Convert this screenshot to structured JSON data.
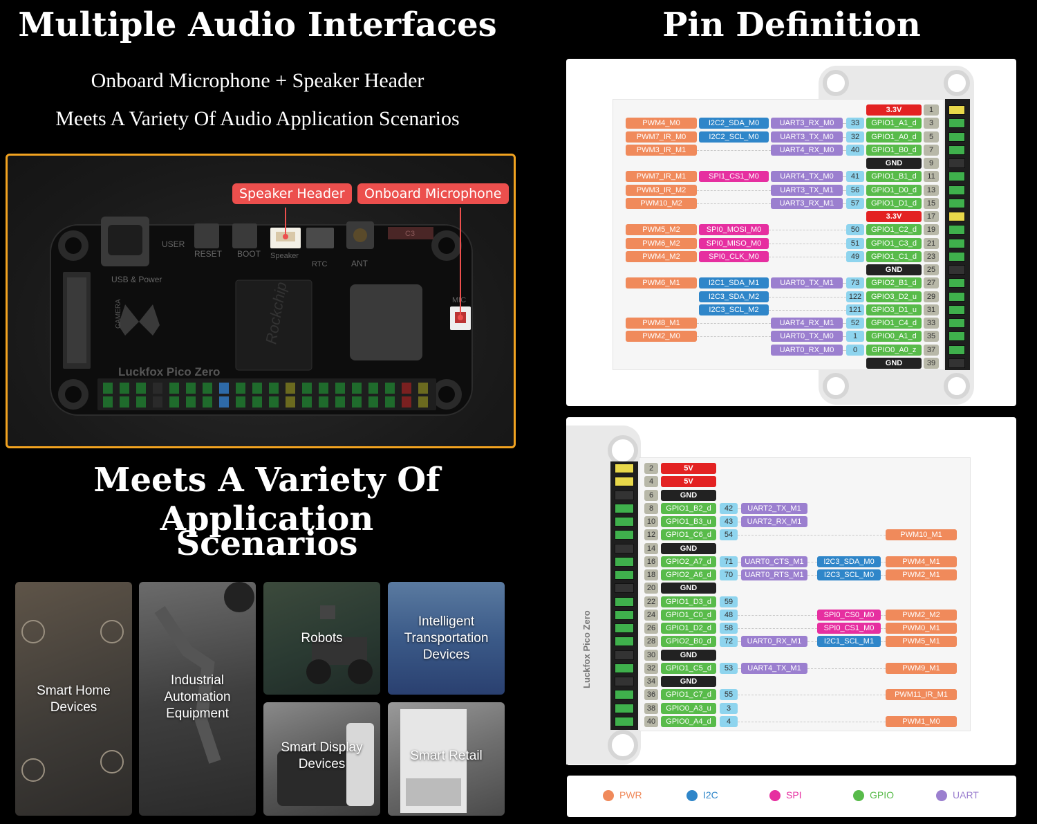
{
  "left": {
    "title": "Multiple Audio Interfaces",
    "subtitle_1": "Onboard Microphone + Speaker Header",
    "subtitle_2": "Meets A Variety Of Audio Application Scenarios",
    "callout_speaker": "Speaker Header",
    "callout_mic": "Onboard Microphone",
    "board": {
      "name": "Luckfox Pico Zero",
      "usb_label": "USB & Power",
      "user": "USER",
      "reset": "RESET",
      "boot": "BOOT",
      "speaker": "Speaker",
      "rtc": "RTC",
      "ant": "ANT",
      "camera": "CAMERA",
      "mic": "MIC",
      "chip": "Rockchip",
      "c3": "C3"
    },
    "scenario_title_1": "Meets A Variety Of Application",
    "scenario_title_2": "Scenarios",
    "tiles": [
      {
        "label1": "Smart Home",
        "label2": "Devices"
      },
      {
        "label1": "Industrial",
        "label2": "Automation",
        "label3": "Equipment"
      },
      {
        "label1": "Robots"
      },
      {
        "label1": "Intelligent",
        "label2": "Transportation",
        "label3": "Devices"
      },
      {
        "label1": "Smart Display",
        "label2": "Devices"
      },
      {
        "label1": "Smart Retail"
      }
    ]
  },
  "right": {
    "title": "Pin Definition",
    "odd_rows": [
      {
        "pin": "1",
        "gpio": "3.3V",
        "type": "pwr",
        "num": "",
        "uart": "",
        "mid": "",
        "pwm": ""
      },
      {
        "pin": "3",
        "gpio": "GPIO1_A1_d",
        "type": "gpio",
        "num": "33",
        "uart": "UART3_RX_M0",
        "mid": "I2C2_SDA_M0",
        "midc": "i2c",
        "pwm": "PWM4_M0"
      },
      {
        "pin": "5",
        "gpio": "GPIO1_A0_d",
        "type": "gpio",
        "num": "32",
        "uart": "UART3_TX_M0",
        "mid": "I2C2_SCL_M0",
        "midc": "i2c",
        "pwm": "PWM7_IR_M0"
      },
      {
        "pin": "7",
        "gpio": "GPIO1_B0_d",
        "type": "gpio",
        "num": "40",
        "uart": "UART4_RX_M0",
        "mid": "",
        "pwm": "PWM3_IR_M1"
      },
      {
        "pin": "9",
        "gpio": "GND",
        "type": "gnd",
        "num": "",
        "uart": "",
        "mid": "",
        "pwm": ""
      },
      {
        "pin": "11",
        "gpio": "GPIO1_B1_d",
        "type": "gpio",
        "num": "41",
        "uart": "UART4_TX_M0",
        "mid": "SPI1_CS1_M0",
        "midc": "spi",
        "pwm": "PWM7_IR_M1"
      },
      {
        "pin": "13",
        "gpio": "GPIO1_D0_d",
        "type": "gpio",
        "num": "56",
        "uart": "UART3_TX_M1",
        "mid": "",
        "pwm": "PWM3_IR_M2"
      },
      {
        "pin": "15",
        "gpio": "GPIO1_D1_d",
        "type": "gpio",
        "num": "57",
        "uart": "UART3_RX_M1",
        "mid": "",
        "pwm": "PWM10_M2"
      },
      {
        "pin": "17",
        "gpio": "3.3V",
        "type": "pwr",
        "num": "",
        "uart": "",
        "mid": "",
        "pwm": ""
      },
      {
        "pin": "19",
        "gpio": "GPIO1_C2_d",
        "type": "gpio",
        "num": "50",
        "uart": "",
        "mid": "SPI0_MOSI_M0",
        "midc": "spi",
        "pwm": "PWM5_M2"
      },
      {
        "pin": "21",
        "gpio": "GPIO1_C3_d",
        "type": "gpio",
        "num": "51",
        "uart": "",
        "mid": "SPI0_MISO_M0",
        "midc": "spi",
        "pwm": "PWM6_M2"
      },
      {
        "pin": "23",
        "gpio": "GPIO1_C1_d",
        "type": "gpio",
        "num": "49",
        "uart": "",
        "mid": "SPI0_CLK_M0",
        "midc": "spi",
        "pwm": "PWM4_M2"
      },
      {
        "pin": "25",
        "gpio": "GND",
        "type": "gnd",
        "num": "",
        "uart": "",
        "mid": "",
        "pwm": ""
      },
      {
        "pin": "27",
        "gpio": "GPIO2_B1_d",
        "type": "gpio",
        "num": "73",
        "uart": "UART0_TX_M1",
        "mid": "I2C1_SDA_M1",
        "midc": "i2c",
        "pwm": "PWM6_M1"
      },
      {
        "pin": "29",
        "gpio": "GPIO3_D2_u",
        "type": "gpio",
        "num": "122",
        "uart": "",
        "mid": "I2C3_SDA_M2",
        "midc": "i2c",
        "pwm": ""
      },
      {
        "pin": "31",
        "gpio": "GPIO3_D1_u",
        "type": "gpio",
        "num": "121",
        "uart": "",
        "mid": "I2C3_SCL_M2",
        "midc": "i2c",
        "pwm": ""
      },
      {
        "pin": "33",
        "gpio": "GPIO1_C4_d",
        "type": "gpio",
        "num": "52",
        "uart": "UART4_RX_M1",
        "mid": "",
        "pwm": "PWM8_M1"
      },
      {
        "pin": "35",
        "gpio": "GPIO0_A1_d",
        "type": "gpio",
        "num": "1",
        "uart": "UART0_TX_M0",
        "mid": "",
        "pwm": "PWM2_M0"
      },
      {
        "pin": "37",
        "gpio": "GPIO0_A0_z",
        "type": "gpio",
        "num": "0",
        "uart": "UART0_RX_M0",
        "mid": "",
        "pwm": ""
      },
      {
        "pin": "39",
        "gpio": "GND",
        "type": "gnd",
        "num": "",
        "uart": "",
        "mid": "",
        "pwm": ""
      }
    ],
    "even_rows": [
      {
        "pin": "2",
        "gpio": "5V",
        "type": "pwr",
        "num": "",
        "uart": "",
        "mid": "",
        "pwm": ""
      },
      {
        "pin": "4",
        "gpio": "5V",
        "type": "pwr",
        "num": "",
        "uart": "",
        "mid": "",
        "pwm": ""
      },
      {
        "pin": "6",
        "gpio": "GND",
        "type": "gnd",
        "num": "",
        "uart": "",
        "mid": "",
        "pwm": ""
      },
      {
        "pin": "8",
        "gpio": "GPIO1_B2_d",
        "type": "gpio",
        "num": "42",
        "uart": "UART2_TX_M1",
        "mid": "",
        "pwm": ""
      },
      {
        "pin": "10",
        "gpio": "GPIO1_B3_u",
        "type": "gpio",
        "num": "43",
        "uart": "UART2_RX_M1",
        "mid": "",
        "pwm": ""
      },
      {
        "pin": "12",
        "gpio": "GPIO1_C6_d",
        "type": "gpio",
        "num": "54",
        "uart": "",
        "mid": "",
        "pwm": "PWM10_M1"
      },
      {
        "pin": "14",
        "gpio": "GND",
        "type": "gnd",
        "num": "",
        "uart": "",
        "mid": "",
        "pwm": ""
      },
      {
        "pin": "16",
        "gpio": "GPIO2_A7_d",
        "type": "gpio",
        "num": "71",
        "uart": "UART0_CTS_M1",
        "mid": "I2C3_SDA_M0",
        "midc": "i2c",
        "pwm": "PWM4_M1"
      },
      {
        "pin": "18",
        "gpio": "GPIO2_A6_d",
        "type": "gpio",
        "num": "70",
        "uart": "UART0_RTS_M1",
        "mid": "I2C3_SCL_M0",
        "midc": "i2c",
        "pwm": "PWM2_M1"
      },
      {
        "pin": "20",
        "gpio": "GND",
        "type": "gnd",
        "num": "",
        "uart": "",
        "mid": "",
        "pwm": ""
      },
      {
        "pin": "22",
        "gpio": "GPIO1_D3_d",
        "type": "gpio",
        "num": "59",
        "uart": "",
        "mid": "",
        "pwm": ""
      },
      {
        "pin": "24",
        "gpio": "GPIO1_C0_d",
        "type": "gpio",
        "num": "48",
        "uart": "",
        "mid": "SPI0_CS0_M0",
        "midc": "spi",
        "pwm": "PWM2_M2"
      },
      {
        "pin": "26",
        "gpio": "GPIO1_D2_d",
        "type": "gpio",
        "num": "58",
        "uart": "",
        "mid": "SPI0_CS1_M0",
        "midc": "spi",
        "pwm": "PWM0_M1"
      },
      {
        "pin": "28",
        "gpio": "GPIO2_B0_d",
        "type": "gpio",
        "num": "72",
        "uart": "UART0_RX_M1",
        "mid": "I2C1_SCL_M1",
        "midc": "i2c",
        "pwm": "PWM5_M1"
      },
      {
        "pin": "30",
        "gpio": "GND",
        "type": "gnd",
        "num": "",
        "uart": "",
        "mid": "",
        "pwm": ""
      },
      {
        "pin": "32",
        "gpio": "GPIO1_C5_d",
        "type": "gpio",
        "num": "53",
        "uart": "UART4_TX_M1",
        "mid": "",
        "pwm": "PWM9_M1"
      },
      {
        "pin": "34",
        "gpio": "GND",
        "type": "gnd",
        "num": "",
        "uart": "",
        "mid": "",
        "pwm": ""
      },
      {
        "pin": "36",
        "gpio": "GPIO1_C7_d",
        "type": "gpio",
        "num": "55",
        "uart": "",
        "mid": "",
        "pwm": "PWM11_IR_M1"
      },
      {
        "pin": "38",
        "gpio": "GPIO0_A3_u",
        "type": "gpio",
        "num": "3",
        "uart": "",
        "mid": "",
        "pwm": ""
      },
      {
        "pin": "40",
        "gpio": "GPIO0_A4_d",
        "type": "gpio",
        "num": "4",
        "uart": "",
        "mid": "",
        "pwm": "PWM1_M0"
      }
    ],
    "board_label": "Luckfox Pico Zero",
    "legend": [
      {
        "label": "PWR",
        "color": "#f08a5b"
      },
      {
        "label": "I2C",
        "color": "#2f86c9"
      },
      {
        "label": "SPI",
        "color": "#e62fa0"
      },
      {
        "label": "GPIO",
        "color": "#58bb4a"
      },
      {
        "label": "UART",
        "color": "#9b7fcf"
      }
    ]
  }
}
